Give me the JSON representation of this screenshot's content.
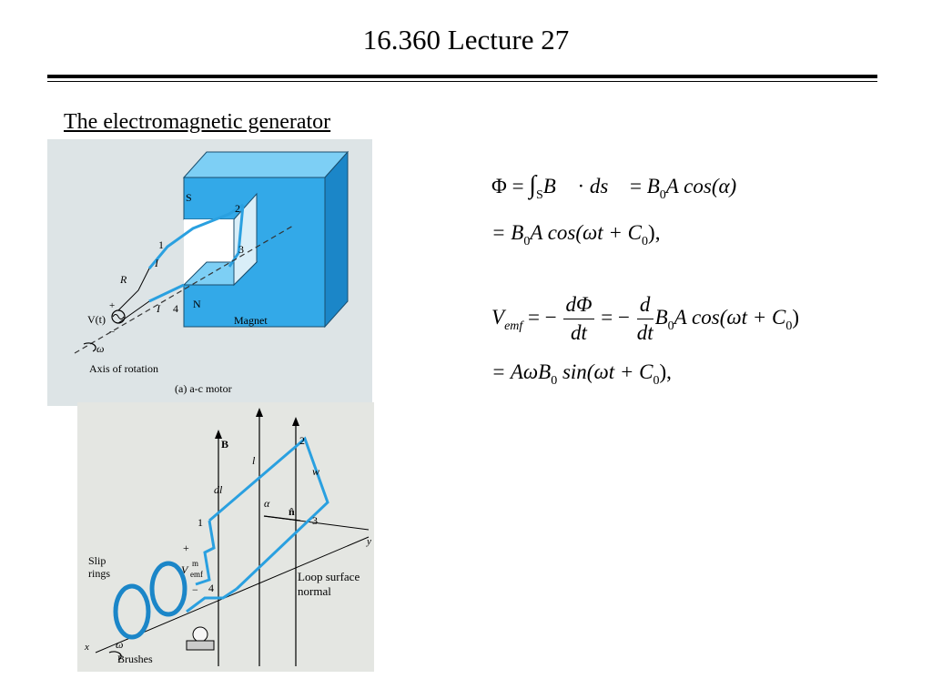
{
  "slide": {
    "title": "16.360 Lecture 27",
    "subtitle": "The electromagnetic generator"
  },
  "figure_top": {
    "labels": {
      "s_pole": "S",
      "n_pole": "N",
      "magnet": "Magnet",
      "terminal_1": "1",
      "terminal_2": "2",
      "terminal_3": "3",
      "terminal_4": "4",
      "resistor": "R",
      "current_top": "I",
      "current_bottom": "I",
      "source": "V(t)",
      "plus": "+",
      "minus": "−",
      "omega": "ω",
      "axis": "Axis of rotation",
      "caption": "(a)  a-c motor"
    }
  },
  "figure_bottom": {
    "labels": {
      "b_field": "B",
      "dl": "dl",
      "l": "l",
      "w": "w",
      "alpha": "α",
      "n_hat": "n̂",
      "terminal_1": "1",
      "terminal_2": "2",
      "terminal_3": "3",
      "terminal_4": "4",
      "y_axis": "y",
      "x_axis": "x",
      "plus": "+",
      "minus": "−",
      "vemf": "V",
      "vemf_sup": "m",
      "vemf_sub": "emf",
      "slip_rings": "Slip",
      "slip_rings_2": "rings",
      "loop_normal": "Loop surface",
      "loop_normal_2": "normal",
      "brushes": "Brushes",
      "omega": "ω"
    }
  },
  "equations": {
    "flux_line1": {
      "phi": "Φ",
      "eq1": " = ",
      "integral": "∫",
      "int_sub": "S",
      "b": "B⃗",
      "dot": " · ",
      "ds": "ds⃗",
      "eq2": " = ",
      "b0": "B",
      "b0_sub": "0",
      "rest": "A cos(α)"
    },
    "flux_line2": {
      "lead": "= B",
      "b0_sub": "0",
      "a": "A cos(ωt + C",
      "c0_sub": "0",
      "tail": "),"
    },
    "emf_line1": {
      "v": "V",
      "v_sub": "emf",
      "eq": " = −",
      "frac1_num": "dΦ",
      "frac1_den": "dt",
      "eq2": " = −",
      "frac2_num": "d",
      "frac2_den": "dt",
      "b0": "B",
      "b0_sub": "0",
      "a": "A cos(ωt + C",
      "c0_sub": "0",
      "tail": ")"
    },
    "emf_line2": {
      "lead": "= AωB",
      "b0_sub": "0",
      "mid": " sin(ωt + C",
      "c0_sub": "0",
      "tail": "),"
    }
  }
}
